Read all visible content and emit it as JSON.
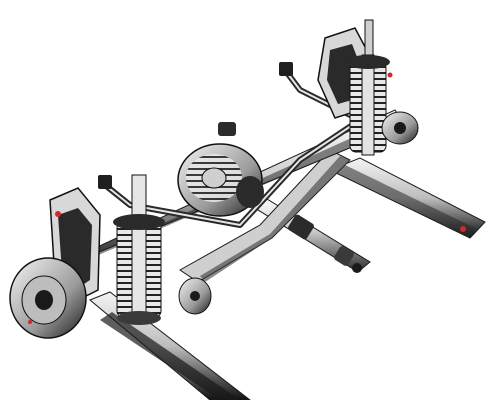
{
  "illustration": {
    "subject": "rear-axle-suspension-assembly",
    "colors": {
      "background": "#ffffff",
      "metal_dark": "#1f1f1f",
      "metal_mid": "#8a8a8a",
      "metal_light": "#d9d9d9",
      "frame_highlight": "#f2f2f2",
      "accent_red": "#d2282a"
    },
    "components": [
      "left-frame-rail",
      "right-frame-rail",
      "rear-axle-tube",
      "differential-housing",
      "propeller-shaft",
      "left-coil-spring",
      "right-coil-spring",
      "left-damper-tower",
      "right-damper-tower",
      "left-brake-drum",
      "right-brake-drum",
      "anti-roll-bar",
      "trailing-arm"
    ]
  }
}
